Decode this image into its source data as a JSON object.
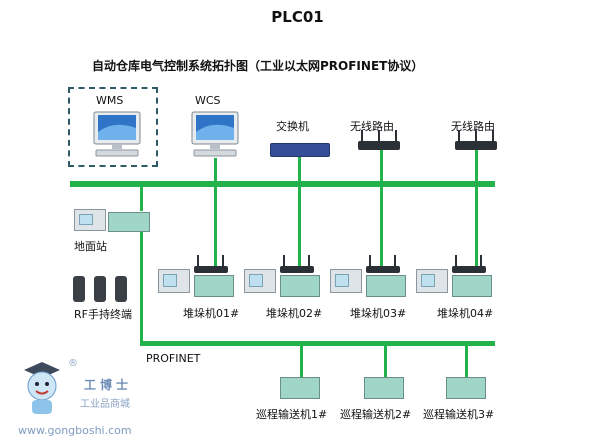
{
  "diagram": {
    "title": "PLC01",
    "subtitle": "自动仓库电气控制系统拓扑图（工业以太网PROFINET协议）",
    "top_nodes": {
      "wms": "WMS",
      "wcs": "WCS",
      "switch": "交换机",
      "router1": "无线路由",
      "router2": "无线路由"
    },
    "left_nodes": {
      "ground_station": "地面站",
      "rf_terminal": "RF手持终端"
    },
    "stackers": [
      "堆垛机01#",
      "堆垛机02#",
      "堆垛机03#",
      "堆垛机04#"
    ],
    "network_label": "PROFINET",
    "conveyors": [
      "巡程输送机1#",
      "巡程输送机2#",
      "巡程输送机3#"
    ]
  },
  "watermark": {
    "brand": "工博士",
    "tagline": "工业品商城",
    "url": "www.gongboshi.com",
    "registered": "®"
  },
  "colors": {
    "network_line": "#21b24b",
    "dashed_box": "#2e5b66",
    "plc_module": "#9fd6c8",
    "switch_body": "#354e97"
  }
}
